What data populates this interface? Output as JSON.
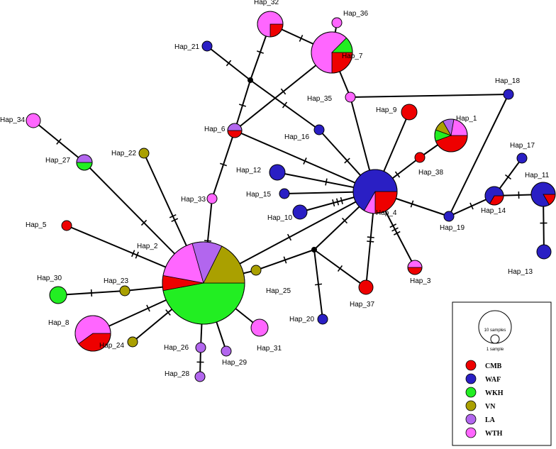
{
  "colors": {
    "CMB": "#ee0000",
    "WAF": "#2a1fc4",
    "WKH": "#22ee22",
    "VN": "#aaa000",
    "LA": "#b266ee",
    "WTH": "#ff66ff",
    "median": "#000000"
  },
  "legend": {
    "scale_large": "10 samples",
    "scale_small": "1 sample",
    "items": [
      {
        "key": "CMB",
        "label": "CMB"
      },
      {
        "key": "WAF",
        "label": "WAF"
      },
      {
        "key": "WKH",
        "label": "WKH"
      },
      {
        "key": "VN",
        "label": "VN"
      },
      {
        "key": "LA",
        "label": "LA"
      },
      {
        "key": "WTH",
        "label": "WTH"
      }
    ]
  },
  "nodes": [
    {
      "id": "Hap_1",
      "label": "Hap_1",
      "composition": {
        "CMB": 4,
        "WKH": 1,
        "VN": 1,
        "LA": 1,
        "WTH": 2
      }
    },
    {
      "id": "Hap_2",
      "label": "Hap_2",
      "composition": {
        "WKH": 16,
        "CMB": 2,
        "WTH": 6,
        "LA": 4,
        "VN": 6
      }
    },
    {
      "id": "Hap_3",
      "label": "Hap_3",
      "composition": {
        "CMB": 1,
        "WTH": 1
      }
    },
    {
      "id": "Hap_4",
      "label": "Hap_4",
      "composition": {
        "CMB": 3,
        "WTH": 1,
        "WAF": 8
      }
    },
    {
      "id": "Hap_5",
      "label": "Hap_5",
      "composition": {
        "CMB": 1
      }
    },
    {
      "id": "Hap_6",
      "label": "Hap_6",
      "composition": {
        "CMB": 1,
        "LA": 1
      }
    },
    {
      "id": "Hap_7",
      "label": "Hap_7",
      "composition": {
        "CMB": 2,
        "WTH": 5,
        "WKH": 1
      }
    },
    {
      "id": "Hap_8",
      "label": "Hap_8",
      "composition": {
        "CMB": 2,
        "WTH": 3
      }
    },
    {
      "id": "Hap_9",
      "label": "Hap_9",
      "composition": {
        "CMB": 2
      }
    },
    {
      "id": "Hap_10",
      "label": "Hap_10",
      "composition": {
        "WAF": 2
      }
    },
    {
      "id": "Hap_11",
      "label": "Hap_11",
      "composition": {
        "CMB": 1,
        "WAF": 5
      }
    },
    {
      "id": "Hap_12",
      "label": "Hap_12",
      "composition": {
        "WAF": 2
      }
    },
    {
      "id": "Hap_13",
      "label": "Hap_13",
      "composition": {
        "WAF": 2
      }
    },
    {
      "id": "Hap_14",
      "label": "Hap_14",
      "composition": {
        "CMB": 1,
        "WAF": 2
      }
    },
    {
      "id": "Hap_15",
      "label": "Hap_15",
      "composition": {
        "WAF": 1
      }
    },
    {
      "id": "Hap_16",
      "label": "Hap_16",
      "composition": {
        "WAF": 1
      }
    },
    {
      "id": "Hap_17",
      "label": "Hap_17",
      "composition": {
        "WAF": 1
      }
    },
    {
      "id": "Hap_18",
      "label": "Hap_18",
      "composition": {
        "WAF": 1
      }
    },
    {
      "id": "Hap_19",
      "label": "Hap_19",
      "composition": {
        "WAF": 1
      }
    },
    {
      "id": "Hap_20",
      "label": "Hap_20",
      "composition": {
        "WAF": 1
      }
    },
    {
      "id": "Hap_21",
      "label": "Hap_21",
      "composition": {
        "WAF": 1
      }
    },
    {
      "id": "Hap_22",
      "label": "Hap_22",
      "composition": {
        "VN": 1
      }
    },
    {
      "id": "Hap_23",
      "label": "Hap_23",
      "composition": {
        "VN": 1
      }
    },
    {
      "id": "Hap_24",
      "label": "Hap_24",
      "composition": {
        "VN": 1
      }
    },
    {
      "id": "Hap_25",
      "label": "Hap_25",
      "composition": {
        "VN": 1
      }
    },
    {
      "id": "Hap_26",
      "label": "Hap_26",
      "composition": {
        "LA": 1
      }
    },
    {
      "id": "Hap_27",
      "label": "Hap_27",
      "composition": {
        "WKH": 1,
        "LA": 1
      }
    },
    {
      "id": "Hap_28",
      "label": "Hap_28",
      "composition": {
        "LA": 1
      }
    },
    {
      "id": "Hap_29",
      "label": "Hap_29",
      "composition": {
        "LA": 1
      }
    },
    {
      "id": "Hap_30",
      "label": "Hap_30",
      "composition": {
        "WKH": 2
      }
    },
    {
      "id": "Hap_31",
      "label": "Hap_31",
      "composition": {
        "WTH": 2
      }
    },
    {
      "id": "Hap_32",
      "label": "Hap_32",
      "composition": {
        "CMB": 1,
        "WTH": 3
      }
    },
    {
      "id": "Hap_33",
      "label": "Hap_33",
      "composition": {
        "WTH": 1
      }
    },
    {
      "id": "Hap_34",
      "label": "Hap_34",
      "composition": {
        "WTH": 2
      }
    },
    {
      "id": "Hap_35",
      "label": "Hap_35",
      "composition": {
        "WTH": 1
      }
    },
    {
      "id": "Hap_36",
      "label": "Hap_36",
      "composition": {
        "WTH": 1
      }
    },
    {
      "id": "Hap_37",
      "label": "Hap_37",
      "composition": {
        "CMB": 2
      }
    },
    {
      "id": "Hap_38",
      "label": "Hap_38",
      "composition": {
        "CMB": 1
      }
    },
    {
      "id": "mv1",
      "label": "",
      "median": true
    },
    {
      "id": "mv2",
      "label": "",
      "median": true
    }
  ],
  "edges": [
    {
      "from": "Hap_2",
      "to": "Hap_4",
      "steps": 1
    },
    {
      "from": "Hap_2",
      "to": "Hap_5",
      "steps": 2
    },
    {
      "from": "Hap_2",
      "to": "Hap_22",
      "steps": 2
    },
    {
      "from": "Hap_2",
      "to": "Hap_27",
      "steps": 1
    },
    {
      "from": "Hap_27",
      "to": "Hap_34",
      "steps": 1
    },
    {
      "from": "Hap_2",
      "to": "Hap_33",
      "steps": 1
    },
    {
      "from": "Hap_33",
      "to": "Hap_6",
      "steps": 1
    },
    {
      "from": "Hap_6",
      "to": "mv1",
      "steps": 1
    },
    {
      "from": "Hap_6",
      "to": "Hap_7",
      "steps": 1
    },
    {
      "from": "mv1",
      "to": "Hap_21",
      "steps": 1
    },
    {
      "from": "mv1",
      "to": "Hap_32",
      "steps": 1
    },
    {
      "from": "mv1",
      "to": "Hap_16",
      "steps": 1
    },
    {
      "from": "Hap_16",
      "to": "Hap_4",
      "steps": 1
    },
    {
      "from": "Hap_32",
      "to": "Hap_7",
      "steps": 1
    },
    {
      "from": "Hap_7",
      "to": "Hap_36",
      "steps": 0
    },
    {
      "from": "Hap_7",
      "to": "Hap_35",
      "steps": 0
    },
    {
      "from": "Hap_35",
      "to": "Hap_4",
      "steps": 0
    },
    {
      "from": "Hap_35",
      "to": "Hap_18",
      "steps": 0
    },
    {
      "from": "Hap_18",
      "to": "Hap_19",
      "steps": 0
    },
    {
      "from": "Hap_4",
      "to": "Hap_6",
      "steps": 1
    },
    {
      "from": "Hap_4",
      "to": "Hap_9",
      "steps": 0
    },
    {
      "from": "Hap_4",
      "to": "Hap_38",
      "steps": 1
    },
    {
      "from": "Hap_38",
      "to": "Hap_1",
      "steps": 0
    },
    {
      "from": "Hap_4",
      "to": "Hap_12",
      "steps": 1
    },
    {
      "from": "Hap_4",
      "to": "Hap_15",
      "steps": 0
    },
    {
      "from": "Hap_4",
      "to": "Hap_10",
      "steps": 3
    },
    {
      "from": "Hap_4",
      "to": "Hap_3",
      "steps": 3
    },
    {
      "from": "Hap_4",
      "to": "Hap_37",
      "steps": 2
    },
    {
      "from": "Hap_4",
      "to": "mv2",
      "steps": 1
    },
    {
      "from": "Hap_4",
      "to": "Hap_19",
      "steps": 1
    },
    {
      "from": "Hap_19",
      "to": "Hap_14",
      "steps": 1
    },
    {
      "from": "Hap_14",
      "to": "Hap_17",
      "steps": 1
    },
    {
      "from": "Hap_14",
      "to": "Hap_11",
      "steps": 1
    },
    {
      "from": "Hap_11",
      "to": "Hap_13",
      "steps": 1
    },
    {
      "from": "mv2",
      "to": "Hap_25",
      "steps": 1
    },
    {
      "from": "mv2",
      "to": "Hap_37",
      "steps": 1
    },
    {
      "from": "mv2",
      "to": "Hap_20",
      "steps": 1
    },
    {
      "from": "Hap_25",
      "to": "Hap_2",
      "steps": 0
    },
    {
      "from": "Hap_2",
      "to": "Hap_23",
      "steps": 1
    },
    {
      "from": "Hap_23",
      "to": "Hap_30",
      "steps": 1
    },
    {
      "from": "Hap_2",
      "to": "Hap_8",
      "steps": 1
    },
    {
      "from": "Hap_2",
      "to": "Hap_24",
      "steps": 1
    },
    {
      "from": "Hap_2",
      "to": "Hap_26",
      "steps": 0
    },
    {
      "from": "Hap_26",
      "to": "Hap_28",
      "steps": 1
    },
    {
      "from": "Hap_2",
      "to": "Hap_29",
      "steps": 0
    },
    {
      "from": "Hap_2",
      "to": "Hap_31",
      "steps": 0
    }
  ]
}
